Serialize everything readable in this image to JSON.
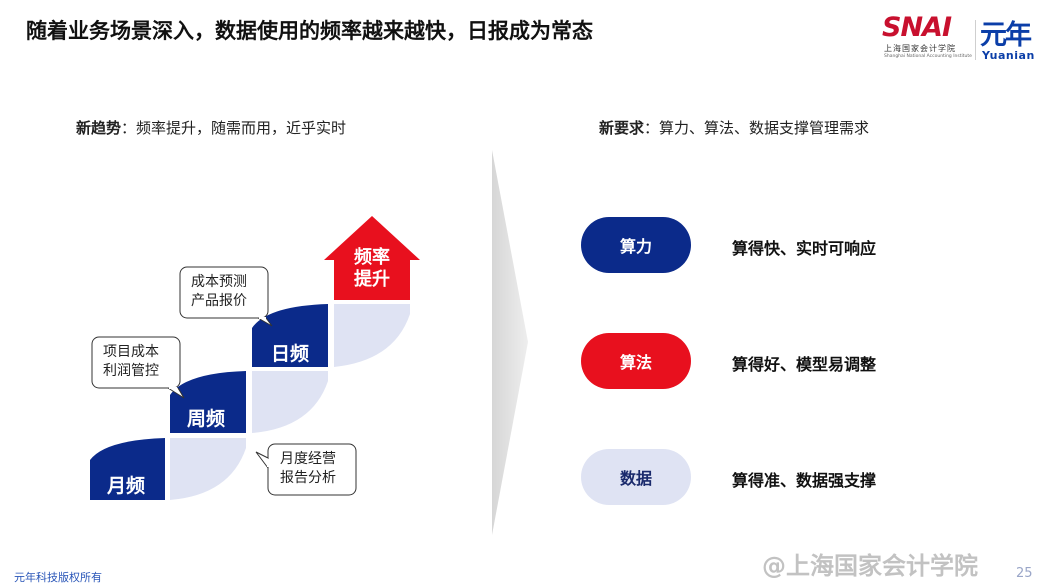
{
  "header": {
    "title": "随着业务场景深入，数据使用的频率越来越快，日报成为常态"
  },
  "logo": {
    "snai": "SNAI",
    "sub_cn": "上海国家会计学院",
    "sub_en": "Shanghai National Accounting Institute",
    "yuan": "元年",
    "yuanian": "Yuanian"
  },
  "left": {
    "heading_bold": "新趋势",
    "heading_rest": "：频率提升，随需而用，近乎实时",
    "steps": [
      "月频",
      "周频",
      "日频"
    ],
    "arrow_label_line1": "频率",
    "arrow_label_line2": "提升",
    "callouts": [
      {
        "line1": "成本预测",
        "line2": "产品报价"
      },
      {
        "line1": "项目成本",
        "line2": "利润管控"
      },
      {
        "line1": "月度经营",
        "line2": "报告分析"
      }
    ]
  },
  "right": {
    "heading_bold": "新要求",
    "heading_rest": "：算力、算法、数据支撑管理需求",
    "items": [
      {
        "pill": "算力",
        "desc": "算得快、实时可响应",
        "bg": "#0b2a8a",
        "fg": "#ffffff"
      },
      {
        "pill": "算法",
        "desc": "算得好、模型易调整",
        "bg": "#e8101e",
        "fg": "#ffffff"
      },
      {
        "pill": "数据",
        "desc": "算得准、数据强支撑",
        "bg": "#dfe3f3",
        "fg": "#1a2a6c"
      }
    ]
  },
  "footer": {
    "copyright": "元年科技版权所有",
    "watermark": "@上海国家会计学院",
    "page": "25"
  },
  "colors": {
    "navy": "#0b2a8a",
    "light": "#dfe3f3",
    "red": "#e8101e"
  }
}
